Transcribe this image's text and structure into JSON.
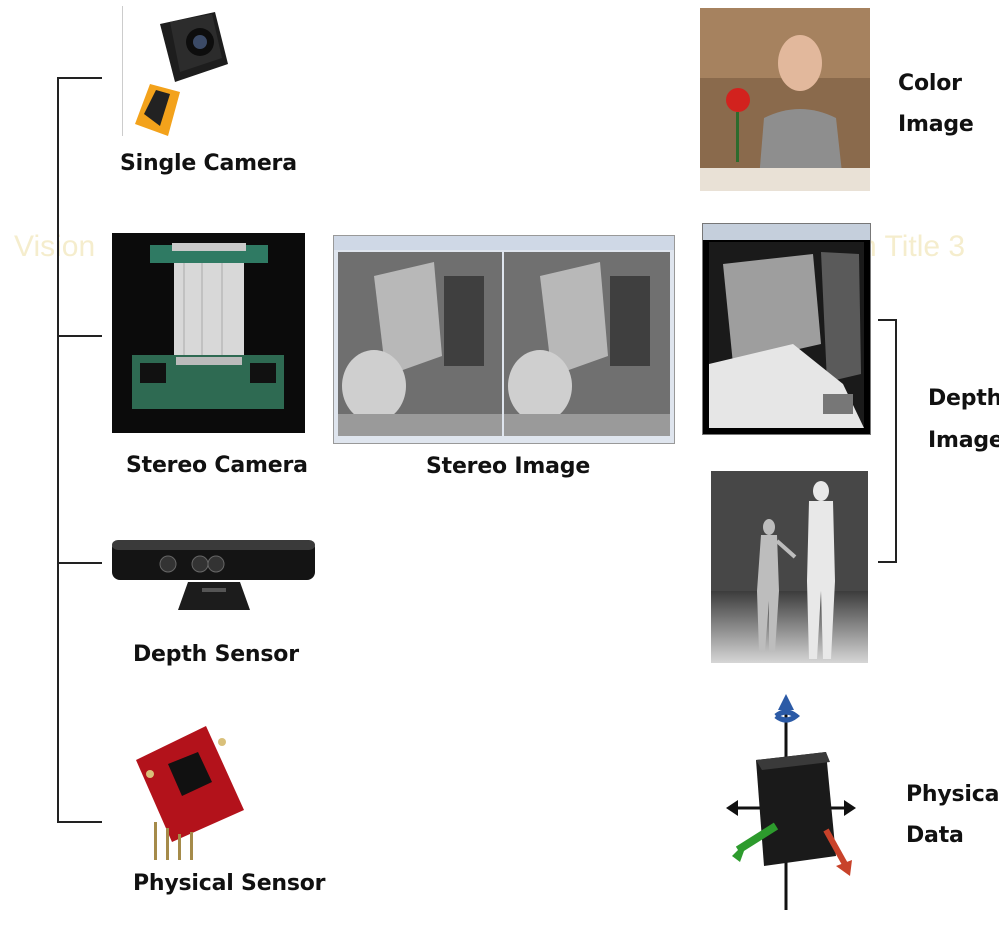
{
  "sensors": {
    "single_camera": "Single Camera",
    "stereo_camera": "Stereo Camera",
    "depth_sensor": "Depth Sensor",
    "physical_sensor": "Physical Sensor"
  },
  "outputs": {
    "stereo_image": "Stereo Image",
    "color_image_1": "Color",
    "color_image_2": "Image",
    "depth_image_1": "Depth",
    "depth_image_2": "Image",
    "physical_data_1": "Physical",
    "physical_data_2": "Data"
  },
  "watermark": {
    "left": "Vision",
    "right": "n Title 3"
  }
}
